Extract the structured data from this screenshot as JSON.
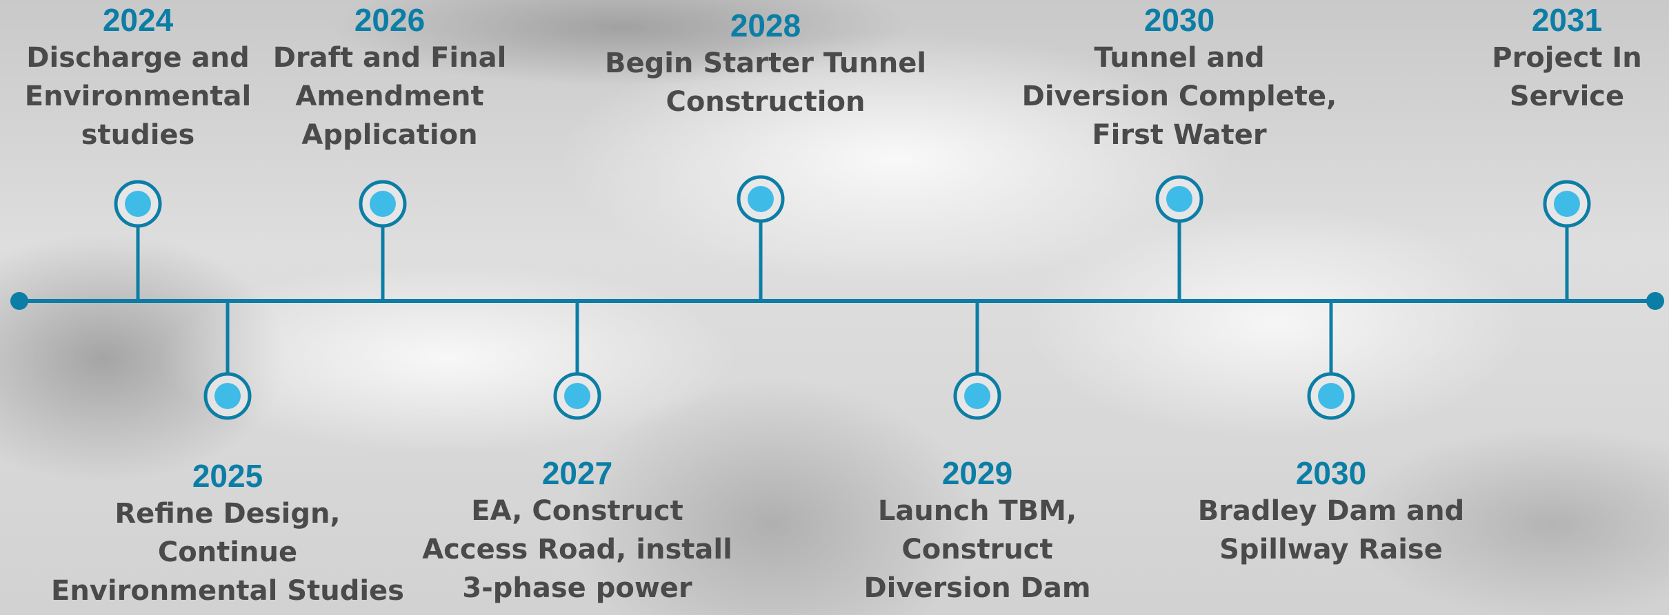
{
  "colors": {
    "accent": "#0c7ea6",
    "node_fill": "#3fbbe8",
    "text": "#4a4a4a"
  },
  "milestones": [
    {
      "year": "2024",
      "label": "Discharge and Environmental studies",
      "side": "top"
    },
    {
      "year": "2025",
      "label": "Refine Design, Continue Environmental Studies",
      "side": "bottom"
    },
    {
      "year": "2026",
      "label": "Draft and Final Amendment Application",
      "side": "top"
    },
    {
      "year": "2027",
      "label": "EA, Construct Access Road, install 3-phase power",
      "side": "bottom"
    },
    {
      "year": "2028",
      "label": "Begin Starter Tunnel Construction",
      "side": "top"
    },
    {
      "year": "2029",
      "label": "Launch TBM, Construct Diversion Dam",
      "side": "bottom"
    },
    {
      "year": "2030",
      "label": "Tunnel and Diversion Complete, First Water",
      "side": "top"
    },
    {
      "year": "2030",
      "label": "Bradley Dam and Spillway Raise",
      "side": "bottom"
    },
    {
      "year": "2031",
      "label": "Project In Service",
      "side": "top"
    }
  ]
}
